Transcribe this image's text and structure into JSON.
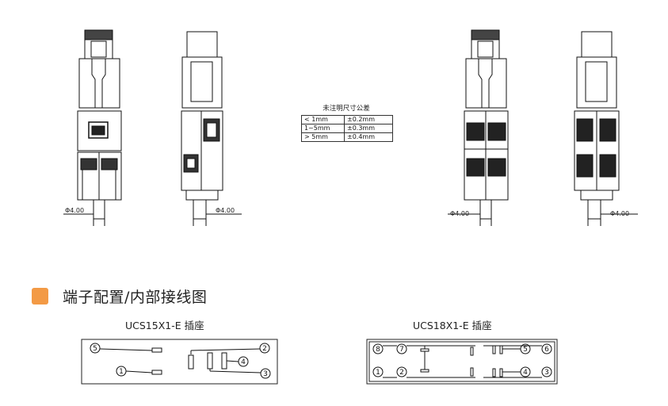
{
  "tolerance": {
    "title": "未注明尺寸公差",
    "rows": [
      {
        "range": "< 1mm",
        "value": "±0.2mm"
      },
      {
        "range": "1~5mm",
        "value": "±0.3mm"
      },
      {
        "range": "> 5mm",
        "value": "±0.4mm"
      }
    ]
  },
  "dimensions": {
    "d1": "Φ4.00",
    "d2": "Φ4.00",
    "d3": "Φ4.00",
    "d4": "Φ4.00"
  },
  "section": {
    "title": "端子配置/内部接线图"
  },
  "wiring": {
    "left": {
      "title": "UCS15X1-E 插座",
      "pins": [
        "5",
        "1",
        "2",
        "4",
        "3"
      ]
    },
    "right": {
      "title": "UCS18X1-E 插座",
      "pins": [
        "8",
        "7",
        "5",
        "6",
        "1",
        "2",
        "4",
        "3"
      ]
    }
  },
  "colors": {
    "accent": "#f39a45"
  }
}
